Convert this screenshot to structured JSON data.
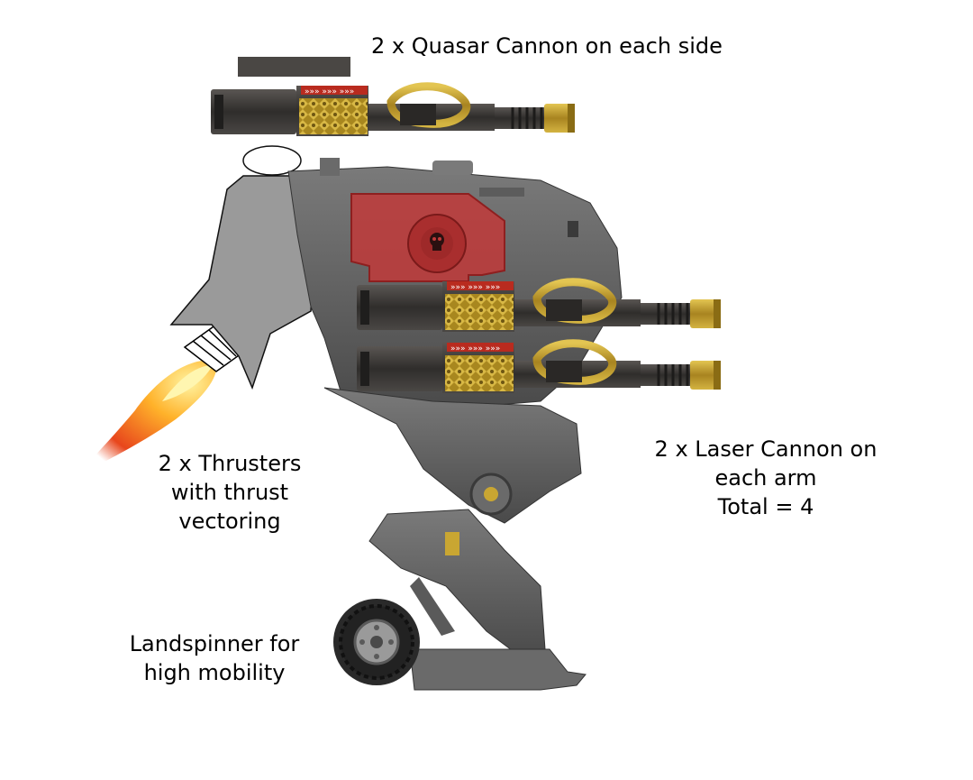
{
  "captions": {
    "quasar": "2 x Quasar Cannon on each side",
    "thrusters": [
      "2 x Thrusters",
      "with thrust",
      "vectoring"
    ],
    "laser": [
      "2 x Laser Cannon on",
      "each arm",
      "Total = 4"
    ],
    "landspinner": [
      "Landspinner for",
      "high mobility"
    ]
  },
  "colors": {
    "metal_dark": "#3b3a39",
    "metal_mid": "#6b6b6b",
    "metal_light": "#8e8e8e",
    "gold": "#c9a632",
    "brass": "#b89a2a",
    "red_plate": "#c13a3a",
    "thruster_gray": "#9a9a9a",
    "flame_core": "#ffd23a",
    "flame_outer": "#e8461c",
    "tire": "#2a2a2a"
  },
  "icons": [
    "skull-emblem-icon",
    "chevron-stripe-icon",
    "flame-icon"
  ]
}
